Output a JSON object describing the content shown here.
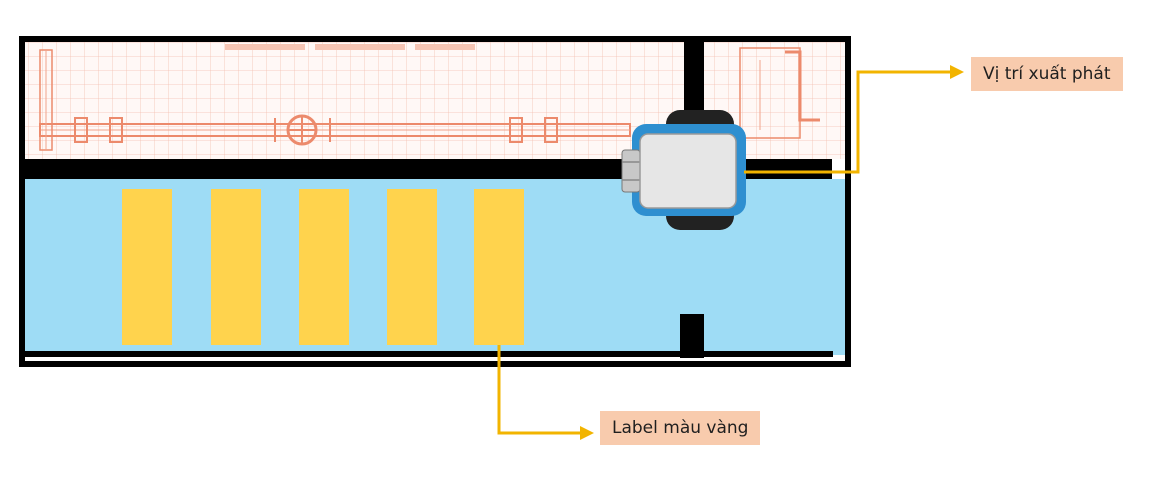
{
  "callouts": {
    "start_position": "Vị trí xuất phát",
    "yellow_label": "Label màu vàng"
  },
  "colors": {
    "map_light_blue": "#9edcf5",
    "yellow_label": "#ffd34d",
    "wall": "#000000",
    "arrow": "#f2b400",
    "callout_bg": "#f8cbad",
    "robot_body": "#2e8fd0"
  },
  "icons": [
    "robot-icon",
    "blueprint-background"
  ],
  "yellow_labels_count": 5
}
